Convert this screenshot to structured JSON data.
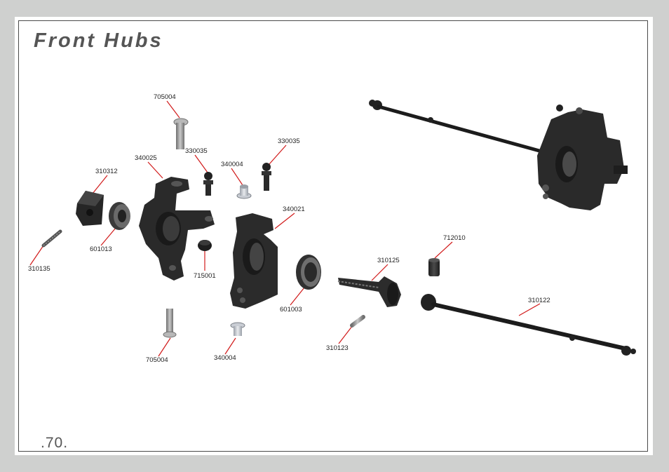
{
  "page": {
    "title": "Front Hubs",
    "page_number": ".70."
  },
  "parts": {
    "p705004_top": "705004",
    "p705004_bottom": "705004",
    "p330035_left": "330035",
    "p330035_right": "330035",
    "p340025": "340025",
    "p340004_top": "340004",
    "p340004_bottom": "340004",
    "p310312": "310312",
    "p340021": "340021",
    "p601013": "601013",
    "p310135": "310135",
    "p715001": "715001",
    "p712010": "712010",
    "p310125": "310125",
    "p601003": "601003",
    "p310122": "310122",
    "p310123": "310123"
  },
  "colors": {
    "leader": "#d11a1a",
    "part_dark": "#2b2b2b",
    "part_grey": "#8a8a8a"
  }
}
